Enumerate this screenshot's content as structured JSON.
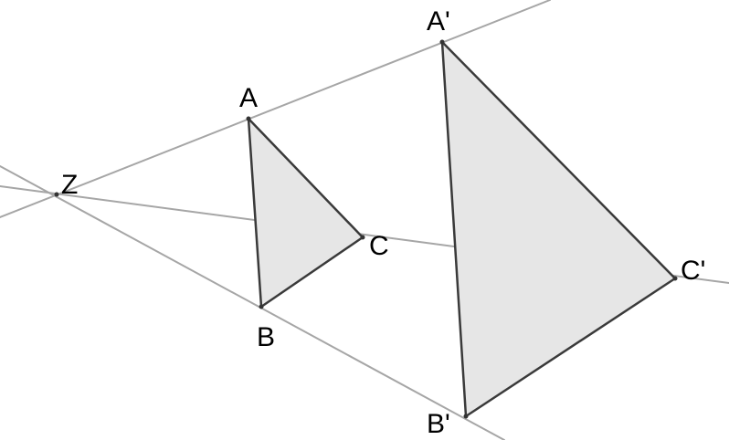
{
  "diagram": {
    "colors": {
      "ray": "#a6a6a6",
      "triangle_fill": "#e6e6e6",
      "triangle_stroke": "#3a3a3a",
      "point": "#333333",
      "label": "#000000"
    },
    "labels": {
      "center": "Z",
      "a": "A",
      "b": "B",
      "c": "C",
      "a_prime": "A'",
      "b_prime": "B'",
      "c_prime": "C'"
    }
  }
}
